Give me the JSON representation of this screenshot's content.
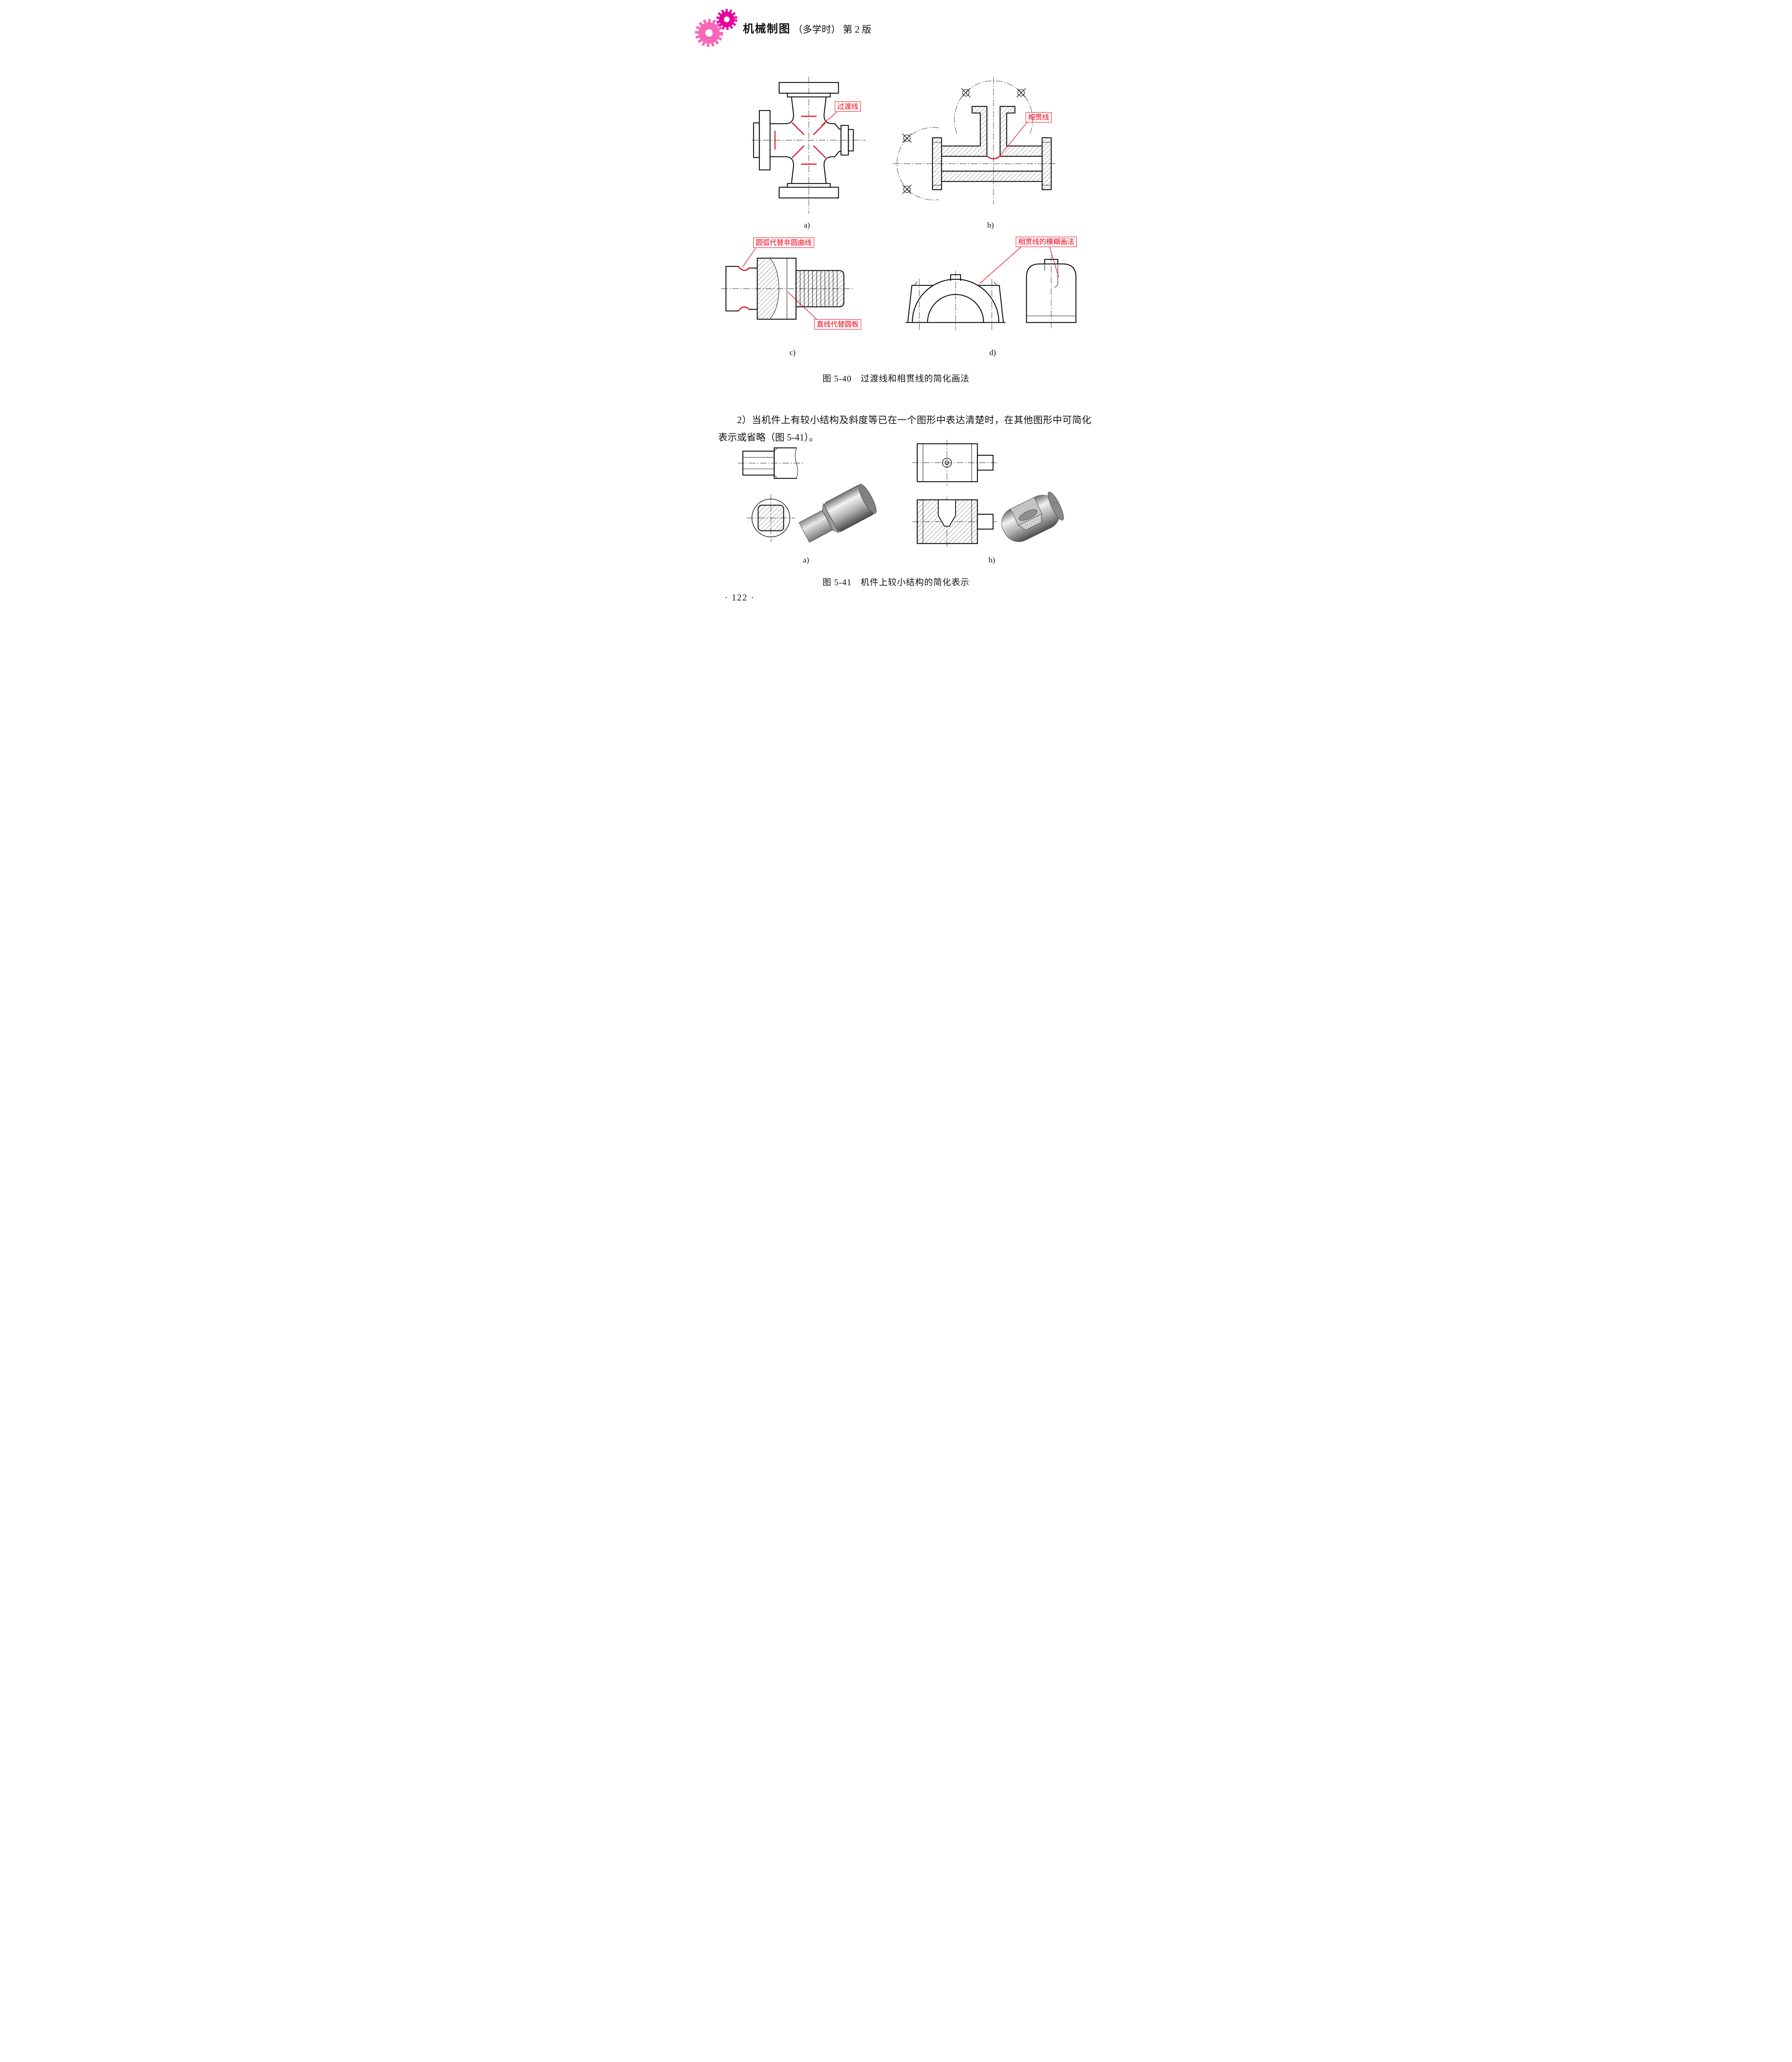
{
  "header": {
    "title_bold": "机械制图",
    "title_suffix": "（多学时） 第 2 版"
  },
  "figure_5_40": {
    "annotations": {
      "transition_line": "过渡线",
      "intersection_line": "相贯线",
      "arc_replaces_noncircular_curve": "圆弧代替非圆曲线",
      "straight_line_replaces_plate": "直线代替圆板",
      "fuzzy_intersection": "相贯线的模糊画法"
    },
    "sublabels": {
      "a": "a)",
      "b": "b)",
      "c": "c)",
      "d": "d)"
    },
    "caption": "图 5-40　过渡线和相贯线的简化画法"
  },
  "body_text": {
    "paragraph": "2）当机件上有较小结构及斜度等已在一个图形中表达清楚时，在其他图形中可简化表示或省略（图 5-41）。"
  },
  "figure_5_41": {
    "sublabels": {
      "a": "a)",
      "b": "b)"
    },
    "caption": "图 5-41　机件上较小结构的简化表示"
  },
  "footer": {
    "page_number": "· 122 ·"
  },
  "colors": {
    "annotation_red": "#e60012",
    "gear_pink": "#f768b8",
    "gear_magenta": "#e8009c"
  }
}
